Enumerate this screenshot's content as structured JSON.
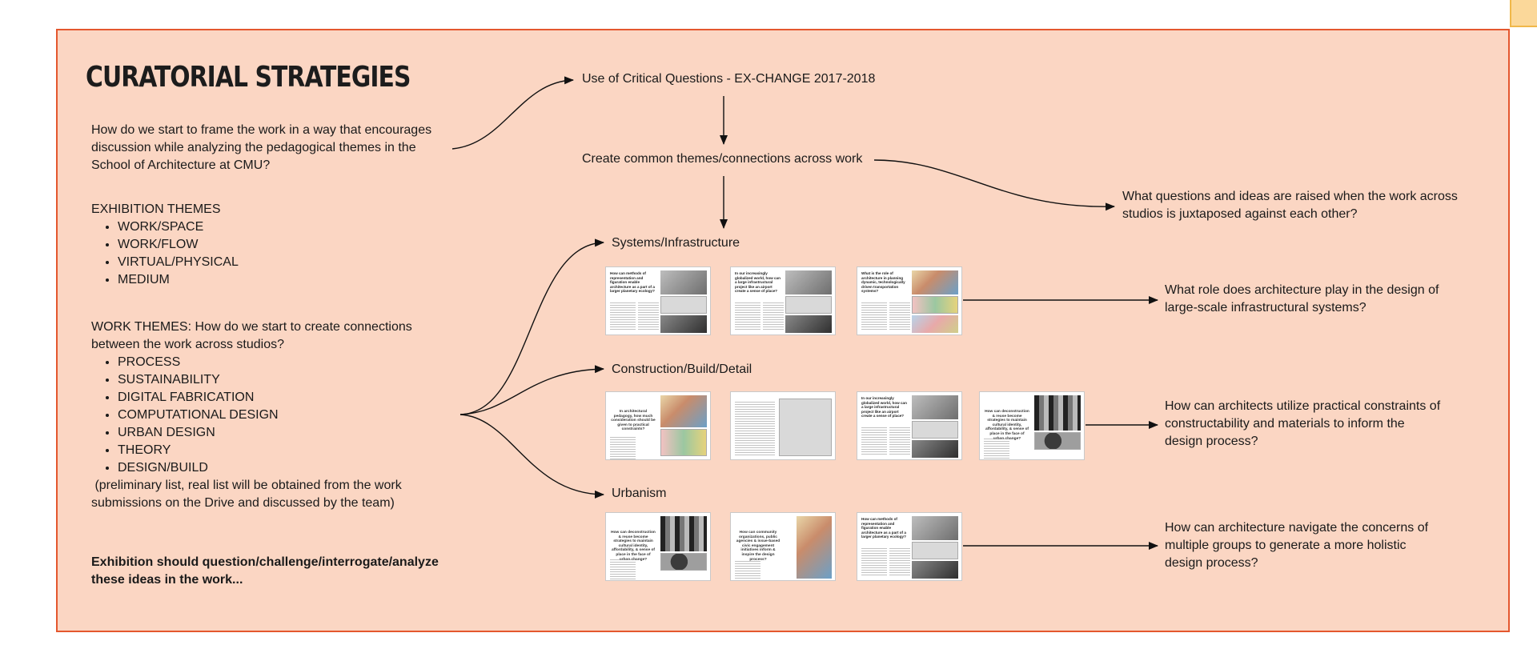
{
  "title": "CURATORIAL STRATEGIES",
  "intro_question": "How do we start to frame the work in a way that encourages discussion while analyzing the pedagogical themes in the School of Architecture at CMU?",
  "exhibition_themes": {
    "heading": "EXHIBITION THEMES",
    "items": [
      "WORK/SPACE",
      "WORK/FLOW",
      "VIRTUAL/PHYSICAL",
      "MEDIUM"
    ]
  },
  "work_themes": {
    "heading": "WORK THEMES: How do we start to create connections between the work across studios?",
    "items": [
      "PROCESS",
      "SUSTAINABILITY",
      "DIGITAL FABRICATION",
      "COMPUTATIONAL DESIGN",
      "URBAN DESIGN",
      "THEORY",
      "DESIGN/BUILD"
    ],
    "note": " (preliminary list, real list will be obtained from the work submissions on the Drive and discussed by the team)"
  },
  "conclusion": "Exhibition should question/challenge/interrogate/analyze these ideas in the work...",
  "flow": {
    "critical_questions": "Use of Critical Questions - EX-CHANGE 2017-2018",
    "common_themes": "Create common themes/connections across work",
    "juxtapose_question": "What questions and ideas are raised when the work across studios is juxtaposed against each other?"
  },
  "groups": [
    {
      "label": "Systems/Infrastructure",
      "question": "What role does architecture play in the design of large-scale infrastructural systems?",
      "thumbs": [
        "How can methods of representation and figuration enable architecture as a part of a larger planetary ecology?",
        "In our increasingly globalized world, how can a large infrastructural project like an airport create a sense of place?",
        "What is the role of architecture in planning dynamic, technologically driven transportation systems?"
      ]
    },
    {
      "label": "Construction/Build/Detail",
      "question": "How can architects utilize practical constraints of constructability and materials to inform the design process?",
      "thumbs": [
        "In architectural pedagogy, how much consideration should be given to practical constraints?",
        "",
        "In our increasingly globalized world, how can a large infrastructural project like an airport create a sense of place?",
        "How can deconstruction & reuse become strategies to maintain cultural identity, affordability, & sense of place in the face of urban change?"
      ]
    },
    {
      "label": "Urbanism",
      "question": "How can architecture navigate the concerns of multiple groups to generate a more holistic design process?",
      "thumbs": [
        "How can deconstruction & reuse become strategies to maintain cultural identity, affordability, & sense of place in the face of urban change?",
        "How can community organizations, public agencies & issue-based civic engagement initiatives inform & inspire the design process?",
        "How can methods of representation and figuration enable architecture as a part of a larger planetary ecology?"
      ]
    }
  ]
}
